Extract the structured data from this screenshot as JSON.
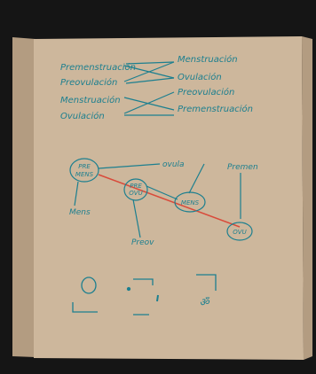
{
  "colors": {
    "page": "#cdb79c",
    "page_shadow": "#b39c81",
    "background": "#151515",
    "ink": "#1c7f8f",
    "red_ink": "#d94a3a"
  },
  "notebook": {
    "left_list": [
      "Premenstruación",
      "Preovulación",
      "Menstruación",
      "Ovulación"
    ],
    "right_list": [
      "Menstruación",
      "Ovulación",
      "Preovulación",
      "Premenstruación"
    ],
    "diagram": {
      "nodes": [
        {
          "id": "premens",
          "lines": [
            "PRE",
            "MENS"
          ]
        },
        {
          "id": "preovu",
          "lines": [
            "PRE",
            "OVU"
          ]
        },
        {
          "id": "mens",
          "lines": [
            "MENS"
          ]
        },
        {
          "id": "ovu",
          "lines": [
            "OVU"
          ]
        }
      ],
      "labels": [
        "ovula",
        "Premen",
        "Mens",
        "Preov"
      ]
    },
    "bottom_symbol": "ॐ"
  }
}
